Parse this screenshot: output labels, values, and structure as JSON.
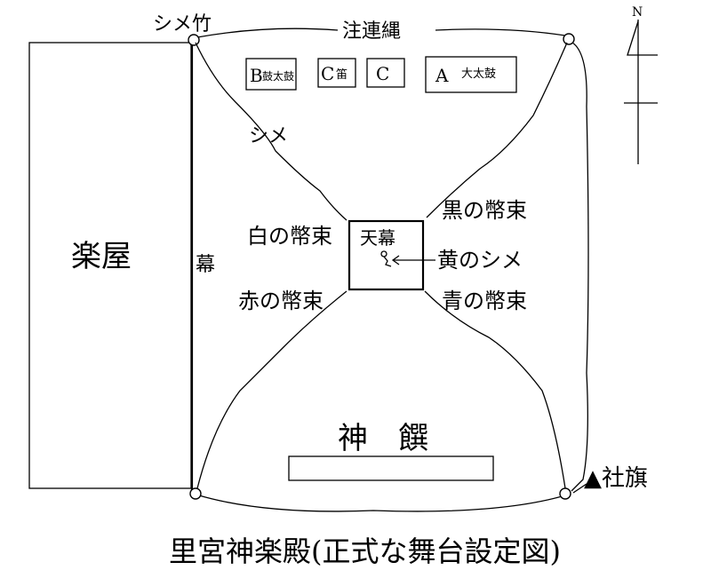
{
  "labels": {
    "shime_take": "シメ竹",
    "shimenawa": "注連縄",
    "north": "N",
    "gakuya": "楽屋",
    "maku": "幕",
    "shime": "シメ",
    "tenmaku": "天幕",
    "shiro": "白の幣束",
    "kuro": "黒の幣束",
    "aka": "赤の幣束",
    "ao": "青の幣束",
    "ki": "黄のシメ",
    "shinsen": "神　饌",
    "shaki": "▲社旗",
    "title": "里宮神楽殿(正式な舞台設定図)"
  },
  "instruments": [
    {
      "letter": "B",
      "name": "鼓太鼓"
    },
    {
      "letter": "C",
      "name": "笛"
    },
    {
      "letter": "C",
      "name": ""
    },
    {
      "letter": "A",
      "name": "大太鼓"
    }
  ]
}
